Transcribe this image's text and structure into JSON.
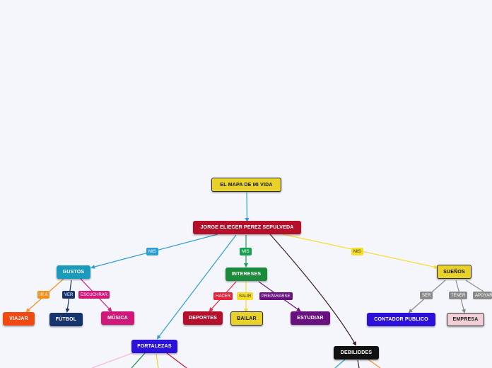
{
  "root": {
    "label": "EL MAPA DE MI VIDA",
    "color": "#e8d22a"
  },
  "main": {
    "label": "JORGE ELIECER PEREZ SEPULVEDA",
    "color": "#b5102b"
  },
  "branches": {
    "mis_left": "MIS",
    "mis_center": "MIS",
    "mis_right": "MIS"
  },
  "nodes": {
    "gustos": "GUSTOS",
    "intereses": "INTERESES",
    "suenos": "SUEÑOS",
    "fortalezas": "FORTALEZAS",
    "debilidades": "DEBILIDDES",
    "viajar": "VIAJAR",
    "futbol": "FÚTBOL",
    "musica": "MÚSICA",
    "deportes": "DEPORTES",
    "bailar": "BAILAR",
    "estudiar": "ESTUDIAR",
    "contador": "CONTADOR PUBLICO",
    "empresa": "EMPRESA"
  },
  "labels": {
    "ir_a": "IR A",
    "ver": "VER",
    "escuchar": "ESCUCHRAR",
    "hacer": "HACER",
    "salir": "SALIR",
    "prepararse": "PREPARARSE",
    "ser": "SER",
    "tener": "TENER",
    "apoyar": "APOYAR"
  },
  "colors": {
    "gustos": "#1a9bbd",
    "intereses": "#1b8a3a",
    "suenos": "#e8d22a",
    "fortalezas": "#2c12d8",
    "debilidades": "#111111",
    "viajar": "#f04a12",
    "futbol": "#16336b",
    "musica": "#d0187a",
    "deportes": "#b5102b",
    "bailar": "#e8d22a",
    "estudiar": "#6a1182",
    "contador": "#2c12d8",
    "empresa": "#f0cfd6",
    "link_left": "#2a9fd6",
    "link_right": "#f5dd2a",
    "link_debil": "#3b1d1d"
  }
}
